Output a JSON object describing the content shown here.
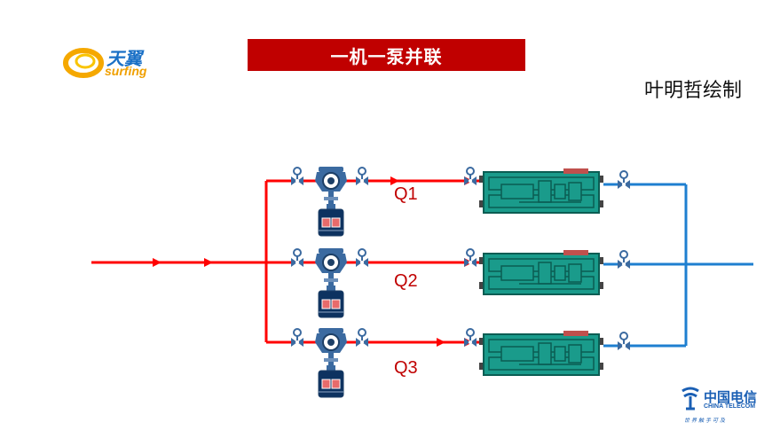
{
  "header": {
    "title": "一机一泵并联",
    "author": "叶明哲绘制"
  },
  "logos": {
    "top_left": {
      "name": "天翼",
      "tagline": "surfing"
    },
    "bottom_right": {
      "name": "中国电信",
      "english": "CHINA TELECOM",
      "slogan": "世界触手可及"
    }
  },
  "flows": [
    {
      "label": "Q1"
    },
    {
      "label": "Q2"
    },
    {
      "label": "Q3"
    }
  ],
  "colors": {
    "supply_line": "#ff0000",
    "return_line": "#1e7fd0",
    "title_bar": "#c00000",
    "equipment": "#1a9b8b",
    "pump_body": "#3b6aa0"
  }
}
